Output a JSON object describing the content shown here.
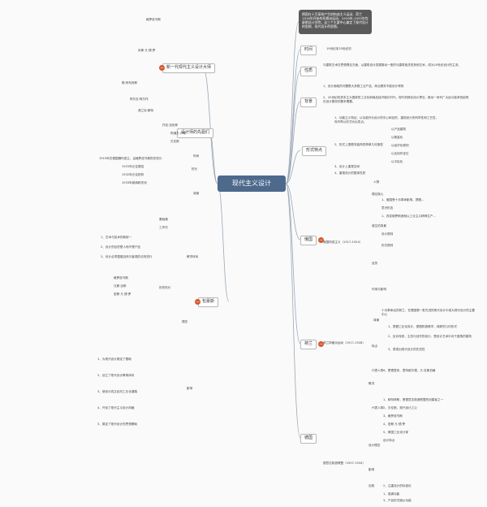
{
  "center": "现代主义设计",
  "intro": "德国在十月革命产生的构成主义运动、荷兰1918年开始的风格派运动、1919年-1933年包豪斯设计学院，这三个主要中心奠定了现代设计的思想、现代设计的思想。",
  "right": {
    "time": {
      "label": "时间",
      "items": [
        "19世纪末20世纪初"
      ]
    },
    "nature": {
      "label": "性质",
      "items": [
        "与建筑艺术在思想理论方面，从建筑设计发展推动一般的与建筑相关的其他艺术，成为20世纪设计的主流。"
      ]
    },
    "background": {
      "label": "背景",
      "items": [
        "1、设计面临的问题是大多数工业产品、商业服务不能设计得到",
        "2、20世纪初资本主义国家的工业化和商品经济增长时代。现代机械化设计漂泊，推动一系列广大民众能承担起现在设计服务的基本需要。"
      ]
    },
    "features": {
      "label": "形式特点",
      "items": [
        "1、功能主义特征，以功能作为设计的中心和目的，重视设计的科学性和工艺性，而不再以形式为出发点。",
        "2、形式上提倡非装饰的简单几何造型",
        "3、设计上重视空间",
        "4、重视设计的整体性质"
      ],
      "sub": [
        "以产品建筑",
        "以数量化",
        "以经济化原则",
        "以实用作定位",
        "以平民化"
      ]
    },
    "ussr": {
      "label": "俄国",
      "main": "俄国构成主义（1917-1924）",
      "items": [
        "理论核心",
        "目的",
        "人物",
        "诞生的背景",
        "1、俄国受十月革命影响，提倡...",
        "意识形态",
        "1、改变俄罗斯造就以工业主义精神生产...",
        "设计原则",
        "形式原则",
        "作用与影响"
      ]
    },
    "dutch": {
      "label": "荷兰",
      "main": "荷兰风格派运动（1917-1928）",
      "items": [
        "背景",
        "特点",
        "代表人物",
        "十月革命后的荷兰，在德国第一批先进的现代设计中成为现代设计的主要中心",
        "1、提倡工业化设计，提倡机械美学，纯粹的几何形式",
        "2、反对传统，主张与创作的设计，是设计艺术中对于直角的建构",
        "3、表现出现代设计的先进性",
        "4、蒙德里安、里特维尔德、凡·杜斯伯格"
      ]
    },
    "germany": {
      "label": "德国",
      "main": "德意志制造联盟（1907-1934）",
      "items": [
        "概况",
        "代表人物",
        "设计理念",
        "影响",
        "实践",
        "1、穆特修斯，是德意志制造联盟的创建者之一",
        "2、贝伦斯，现代设计之父",
        "3、格罗皮乌斯",
        "4、密斯·凡·德·罗",
        "5、美国工业设计家",
        "设计特点",
        "1、强调功能",
        "2、注重设计的标准化",
        "3、产品形式服从功能"
      ]
    }
  },
  "left": {
    "pioneers": {
      "label": "新一代现代主义设计大师",
      "items": [
        "格罗皮乌斯",
        "米斯·凡·德·罗",
        "勒·柯布西耶",
        "阿尔瓦·阿尔托",
        "弗兰克·赖特"
      ]
    },
    "precursor": {
      "label": "设计师的先驱们",
      "items": [
        "托尼·加尼耶",
        "阿道夫·卢斯",
        "贝伦斯"
      ]
    },
    "bauhaus": {
      "label": "包豪斯",
      "items": [
        "时间",
        "背景",
        "校长",
        "1919年在德国魏玛成立，由格罗皮乌斯担任校长",
        "1925年迁往德绍",
        "1932年迁往柏林",
        "1933年被纳粹关闭",
        "教学体系",
        "基础课",
        "工作坊",
        "理念",
        "1、艺术与技术的新统一",
        "2、设计的目的是人而不是产品",
        "3、设计必须遵循自然与客观的法则进行",
        "历任校长",
        "格罗皮乌斯",
        "汉斯·迈耶",
        "密斯·凡·德·罗",
        "影响",
        "1、为现代设计奠定了基础",
        "2、创立了现代设计教育体系",
        "3、使设计真正走向工业化道路",
        "4、开创了现代主义设计风格",
        "5、奠定了现代设计的思想基础"
      ]
    }
  }
}
